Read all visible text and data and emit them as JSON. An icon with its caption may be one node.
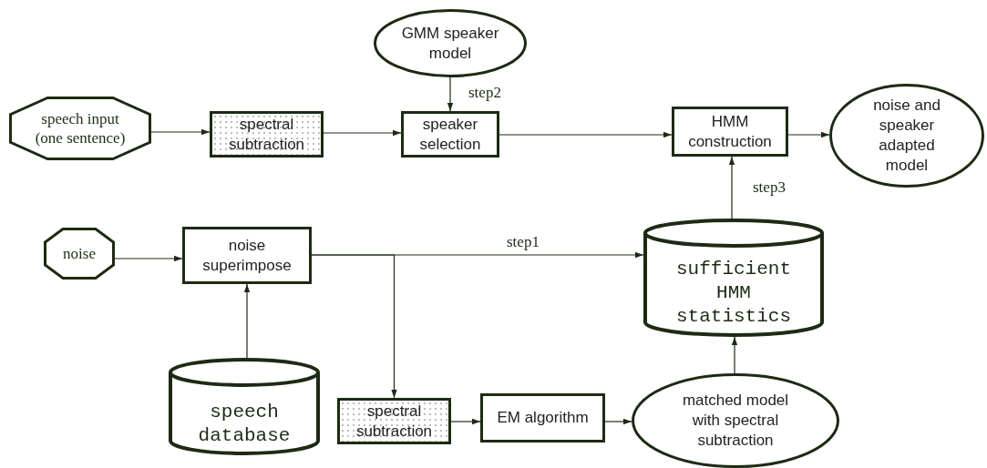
{
  "diagram": {
    "nodes": [
      {
        "text": [
          "GMM speaker model"
        ]
      },
      {
        "text": [
          "speech input (one sentence)"
        ]
      },
      {
        "text": [
          "spectral subtraction"
        ]
      },
      {
        "text": [
          "speaker selection"
        ]
      },
      {
        "text": [
          "HMM construction"
        ]
      },
      {
        "text": [
          "noise and speaker adapted model"
        ]
      },
      {
        "text": [
          "noise"
        ]
      },
      {
        "text": [
          "noise superimpose"
        ]
      },
      {
        "text": [
          "sufficient HMM statistics"
        ]
      },
      {
        "text": [
          "speech database"
        ]
      },
      {
        "text": [
          "spectral subtraction"
        ]
      },
      {
        "text": [
          "EM algorithm"
        ]
      },
      {
        "text": [
          "matched model with spectral subtraction"
        ]
      }
    ],
    "edges": [
      {
        "from": 1,
        "to": 2,
        "arrow": "to"
      },
      {
        "from": 2,
        "to": 3,
        "arrow": "to"
      },
      {
        "from": 0,
        "to": 3,
        "arrow": "to",
        "label": "step2"
      },
      {
        "from": 3,
        "to": 4,
        "arrow": "to"
      },
      {
        "from": 4,
        "to": 5,
        "arrow": "to"
      },
      {
        "from": 8,
        "to": 4,
        "arrow": "to",
        "label": "step3"
      },
      {
        "from": 6,
        "to": 7,
        "arrow": "to"
      },
      {
        "from": 9,
        "to": 7,
        "arrow": "to"
      },
      {
        "from": 7,
        "to": 8,
        "arrow": "to",
        "label": "step1"
      },
      {
        "from": 7,
        "to": 10,
        "arrow": "to"
      },
      {
        "from": 10,
        "to": 11,
        "arrow": "to"
      },
      {
        "from": 11,
        "to": 12,
        "arrow": "to"
      },
      {
        "from": 12,
        "to": 8,
        "arrow": "to"
      }
    ]
  }
}
